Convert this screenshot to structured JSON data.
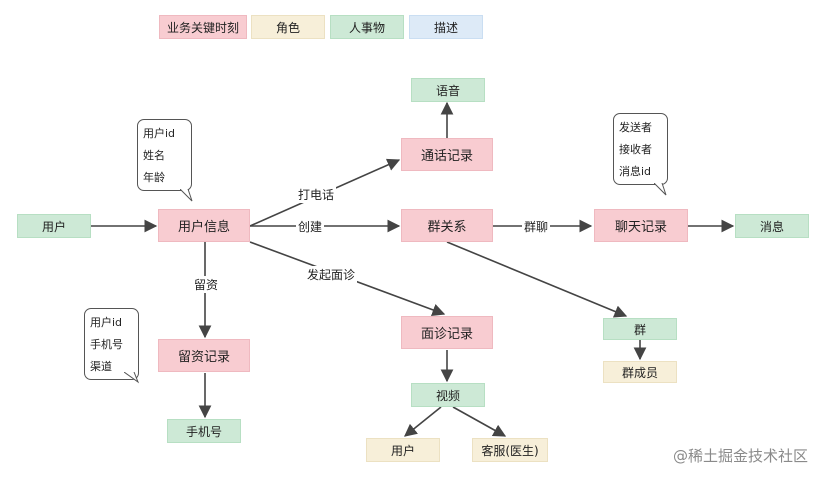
{
  "legend": {
    "items": [
      {
        "label": "业务关键时刻",
        "color": "#f8ccd1"
      },
      {
        "label": "角色",
        "color": "#f7efd9"
      },
      {
        "label": "人事物",
        "color": "#cde9d6"
      },
      {
        "label": "描述",
        "color": "#ddeaf7"
      }
    ]
  },
  "nodes": {
    "user": "用户",
    "user_info": "用户信息",
    "call_record": "通话记录",
    "voice": "语音",
    "group_relation": "群关系",
    "chat_record": "聊天记录",
    "message": "消息",
    "group": "群",
    "group_member": "群成员",
    "consult_record": "面诊记录",
    "video": "视频",
    "video_user": "用户",
    "video_service": "客服(医生)",
    "leave_record": "留资记录",
    "phone_number": "手机号"
  },
  "edge_labels": {
    "call": "打电话",
    "create": "创建",
    "group_chat": "群聊",
    "leave_info": "留资",
    "start_consult": "发起面诊"
  },
  "callouts": {
    "user_info_attrs": [
      "用户id",
      "姓名",
      "年龄"
    ],
    "chat_attrs": [
      "发送者",
      "接收者",
      "消息id"
    ],
    "leave_attrs": [
      "用户id",
      "手机号",
      "渠道"
    ]
  },
  "watermark": "@稀土掘金技术社区"
}
